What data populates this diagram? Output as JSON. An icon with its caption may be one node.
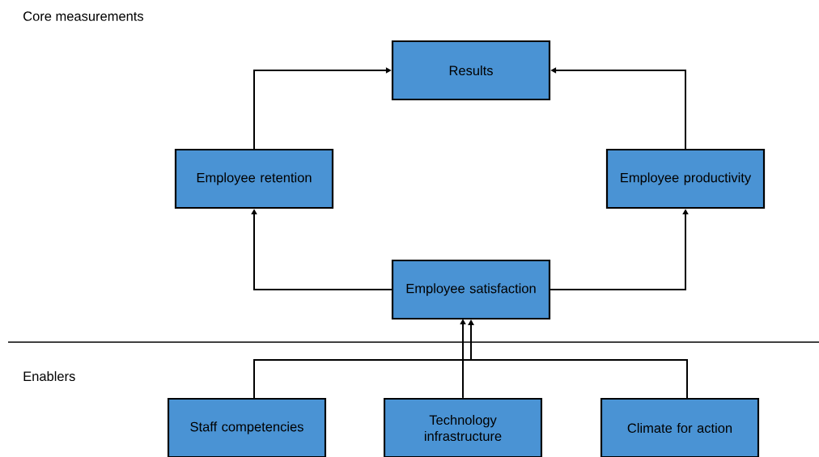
{
  "diagram": {
    "nodes": [
      {
        "text": [
          "Results"
        ]
      },
      {
        "text": [
          "Employee retention"
        ]
      },
      {
        "text": [
          "Employee productivity"
        ]
      },
      {
        "text": [
          "Employee satisfaction"
        ]
      },
      {
        "text": [
          "Staff competencies"
        ]
      },
      {
        "text": [
          "Technology infrastructure"
        ]
      },
      {
        "text": [
          "Climate for action"
        ]
      }
    ],
    "edges": [
      {
        "from": 1,
        "to": 0,
        "arrow": "to"
      },
      {
        "from": 2,
        "to": 0,
        "arrow": "to"
      },
      {
        "from": 3,
        "to": 1,
        "arrow": "to"
      },
      {
        "from": 3,
        "to": 2,
        "arrow": "to"
      },
      {
        "from": 4,
        "to": 3,
        "arrow": "to"
      },
      {
        "from": 5,
        "to": 3,
        "arrow": "to"
      },
      {
        "from": 6,
        "to": 3,
        "arrow": "to"
      }
    ],
    "labels": [
      "Core measurements",
      "Enablers"
    ]
  }
}
